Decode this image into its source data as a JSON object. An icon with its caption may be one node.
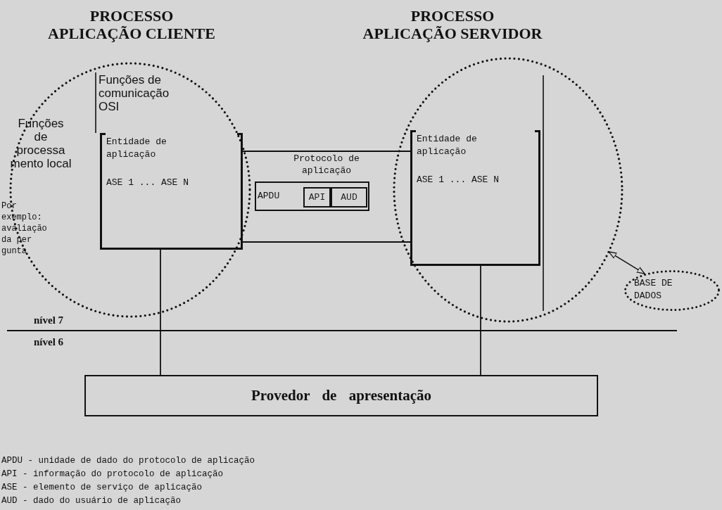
{
  "diagram": {
    "nodes": [
      {
        "text": [
          "PROCESSO APLICAÇÃO CLIENTE"
        ]
      },
      {
        "text": [
          "Entidade de aplicação",
          "ASE 1 ... ASE N"
        ],
        "in": 0
      },
      {
        "text": [
          "APDU"
        ]
      },
      {
        "text": [
          "API"
        ],
        "in": 2
      },
      {
        "text": [
          "AUD"
        ],
        "in": 2
      },
      {
        "text": [
          "PROCESSO APLICAÇÃO SERVIDOR"
        ]
      },
      {
        "text": [
          "Entidade de aplicação",
          "ASE 1 ... ASE N"
        ],
        "in": 5
      },
      {
        "text": [
          "BASE DE DADOS"
        ]
      },
      {
        "text": [
          "Provedor de apresentação"
        ]
      }
    ],
    "edges": [
      {
        "from": 1,
        "to": 6,
        "arrow": "none",
        "label": "Protocolo de aplicação"
      },
      {
        "from": 1,
        "to": 6,
        "arrow": "none"
      },
      {
        "from": 1,
        "to": 8,
        "arrow": "none"
      },
      {
        "from": 6,
        "to": 8,
        "arrow": "none"
      },
      {
        "from": 5,
        "to": 7,
        "arrow": "both"
      }
    ],
    "labels": [
      "Funções de comunicação OSI",
      "Funções de processa mento local",
      "Por exemplo: avaliação da per gunta",
      "nível 7",
      "nível 6",
      "APDU - unidade de dado do protocolo de aplicação",
      "API - informação do protocolo de aplicação",
      "ASE - elemento de serviço de aplicação",
      "AUD - dado do usuário de aplicação"
    ]
  }
}
